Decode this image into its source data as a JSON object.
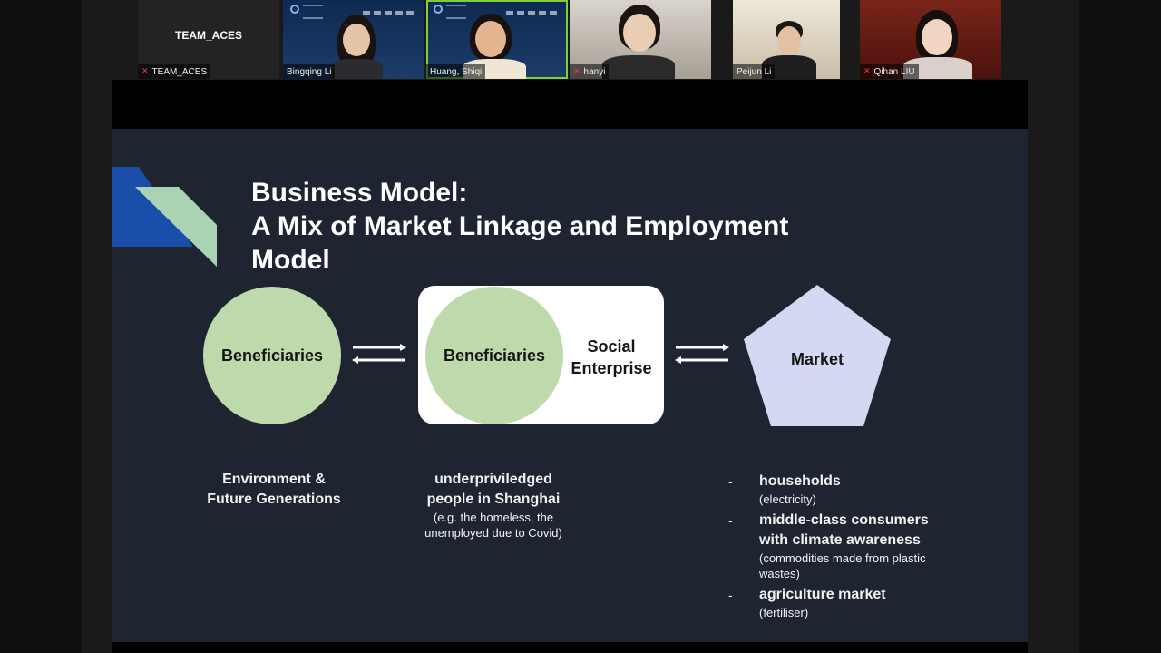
{
  "participants": [
    {
      "name": "TEAM_ACES",
      "big_label": "TEAM_ACES",
      "muted": true,
      "active": false
    },
    {
      "name": "Bingqing Li",
      "muted": false,
      "active": false
    },
    {
      "name": "Huang, Shiqi",
      "muted": false,
      "active": true
    },
    {
      "name": "hanyi",
      "muted": true,
      "active": false
    },
    {
      "name": "Peijun Li",
      "muted": false,
      "active": false
    },
    {
      "name": "Qihan LIU",
      "muted": true,
      "active": false
    }
  ],
  "slide": {
    "title_line1": "Business Model:",
    "title_line2": "A Mix of Market Linkage and Employment",
    "title_line3": "Model",
    "left_circle": "Beneficiaries",
    "middle_circle": "Beneficiaries",
    "social_line1": "Social",
    "social_line2": "Enterprise",
    "market": "Market",
    "env_line1": "Environment &",
    "env_line2": "Future Generations",
    "under_line1": "underpriviledged",
    "under_line2": "people in Shanghai",
    "under_sub1": "(e.g. the homeless, the",
    "under_sub2": "unemployed due to Covid)",
    "market_items": [
      {
        "dash": "-",
        "main": "households",
        "sub": "(electricity)"
      },
      {
        "dash": "-",
        "main_line1": "middle-class consumers",
        "main_line2": "with climate awareness",
        "sub_line1": "(commodities made from plastic",
        "sub_line2": "wastes)"
      },
      {
        "dash": "-",
        "main": "agriculture market",
        "sub": "(fertiliser)"
      }
    ]
  },
  "colors": {
    "slide_bg": "#1f2431",
    "circle_green": "#bedaad",
    "pentagon_lavender": "#d3d9f3",
    "accent_blue": "#1a4ea8",
    "accent_teal": "#a9d3b3",
    "active_speaker": "#7fcf3a",
    "muted_red": "#e5413b"
  },
  "icons": [
    "mic-muted-icon",
    "double-arrow-icon",
    "pentagon-shape",
    "slide-accent-logo"
  ]
}
